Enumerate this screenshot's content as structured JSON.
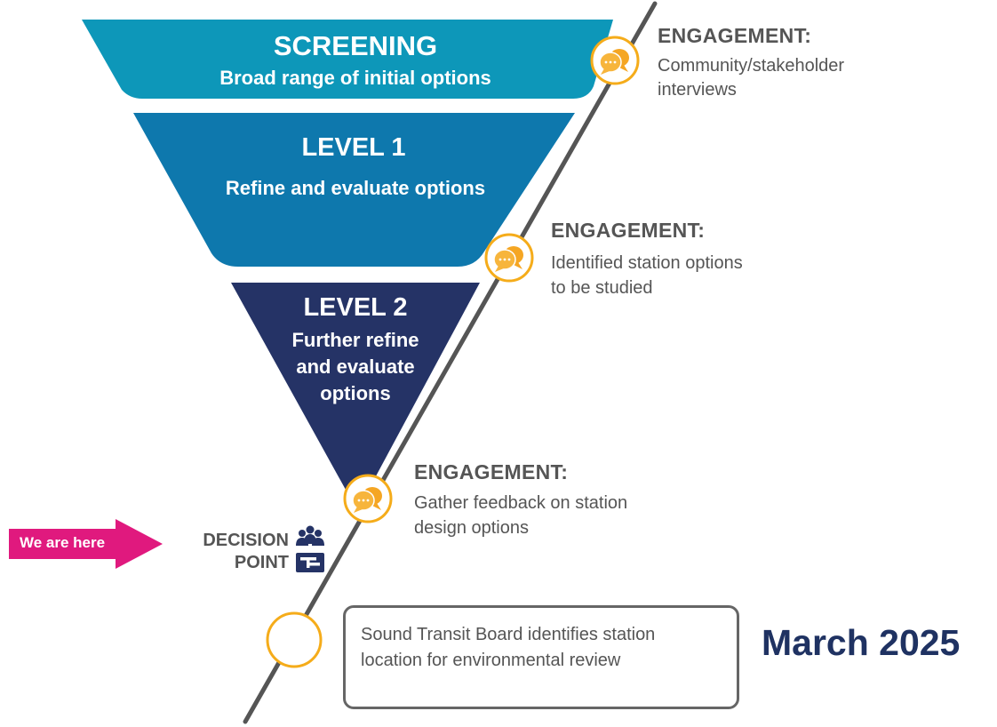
{
  "funnel": {
    "screening": {
      "title": "SCREENING",
      "subtitle": "Broad range of initial options",
      "color": "#0d97b9"
    },
    "level1": {
      "title": "LEVEL 1",
      "subtitle": "Refine and evaluate options",
      "color": "#0e78ad"
    },
    "level2": {
      "title": "LEVEL 2",
      "subtitle_lines": [
        "Further refine",
        "and evaluate",
        "options"
      ],
      "color": "#253366"
    }
  },
  "engagements": [
    {
      "title": "ENGAGEMENT:",
      "lines": [
        "Community/stakeholder",
        "interviews"
      ],
      "icon": "chat-bubbles-icon"
    },
    {
      "title": "ENGAGEMENT:",
      "lines": [
        "Identified station options",
        "to be studied"
      ],
      "icon": "chat-bubbles-icon"
    },
    {
      "title": "ENGAGEMENT:",
      "lines": [
        "Gather feedback on station",
        "design options"
      ],
      "icon": "chat-bubbles-icon"
    }
  ],
  "marker": {
    "label": "We are here",
    "color": "#e0197e"
  },
  "decision_point": {
    "line1": "DECISION",
    "line2": "POINT",
    "icon": "board-meeting-icon"
  },
  "milestone": {
    "text_lines": [
      "Sound Transit Board identifies station",
      "location for environmental review"
    ],
    "date": "March 2025"
  },
  "colors": {
    "timeline": "#555555",
    "circle_ring": "#f5ac1a",
    "bubble": "#f5a623",
    "date": "#1f3262"
  }
}
